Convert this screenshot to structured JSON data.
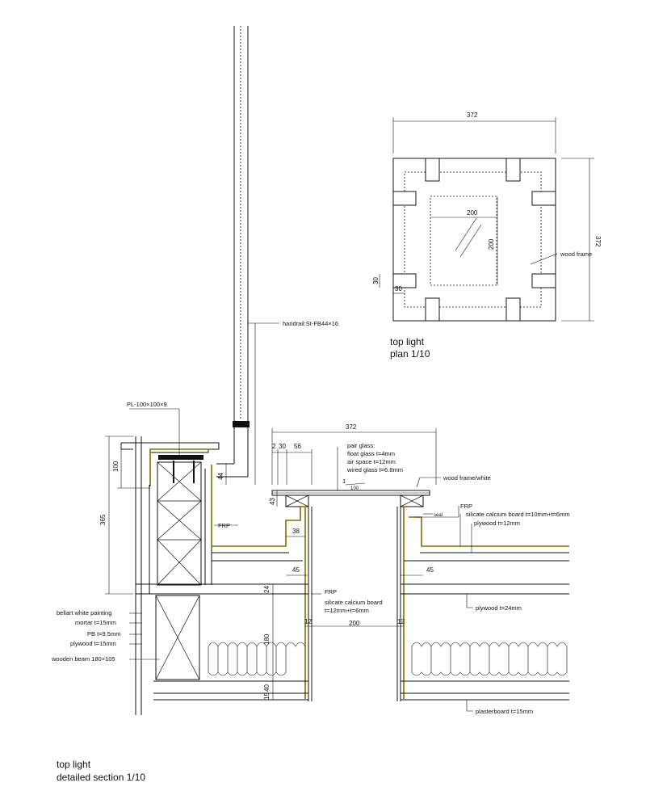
{
  "plan": {
    "dim_top": "372",
    "dim_right": "372",
    "dim_inner_w": "200",
    "dim_inner_h": "200",
    "dim_30_a": "30",
    "dim_30_b": "30",
    "label_wood_frame": "wood frame",
    "title_line1": "top light",
    "title_line2": "plan 1/10"
  },
  "section": {
    "handrail": "handrail:St-FB44×16",
    "plate": "PL-100×100×9",
    "dim_372": "372",
    "dim_2": "2",
    "dim_30": "30",
    "dim_56": "56",
    "pair_glass_1": "pair glass:",
    "pair_glass_2": "float glass t=4mm",
    "pair_glass_3": "air space t=12mm",
    "pair_glass_4": "wired glass t=6.8mm",
    "slope": "100",
    "slope_1": "1",
    "wood_frame_white": "wood frame/white",
    "frp_right": "FRP",
    "silicate_right": "silicate calcium board t=10mm+t=6mm",
    "plywood_12": "plywood t=12mm",
    "seal": "seal",
    "dim_100": "100",
    "dim_44": "44",
    "dim_365": "365",
    "dim_43": "43",
    "dim_38": "38",
    "frp_left": "FRP",
    "dim_45_l": "45",
    "dim_45_r": "45",
    "frp_shaft": "FRP",
    "silicate_shaft_1": "silicate calcium board",
    "silicate_shaft_2": "t=12mm+t=6mm",
    "dim_24": "24",
    "dim_180": "180",
    "dim_12_l": "12",
    "dim_12_r": "12",
    "dim_200": "200",
    "dim_15": "15",
    "dim_40": "40",
    "plywood_24": "plywood t=24mm",
    "plasterboard": "plasterboard t=15mm",
    "left_1": "bellart white painting",
    "left_2": "mortar t=15mm",
    "left_3": "PB t=9.5mm",
    "left_4": "plywood t=15mm",
    "left_5": "wooden beam 180×105",
    "title_line1": "top light",
    "title_line2": "detailed section 1/10"
  }
}
